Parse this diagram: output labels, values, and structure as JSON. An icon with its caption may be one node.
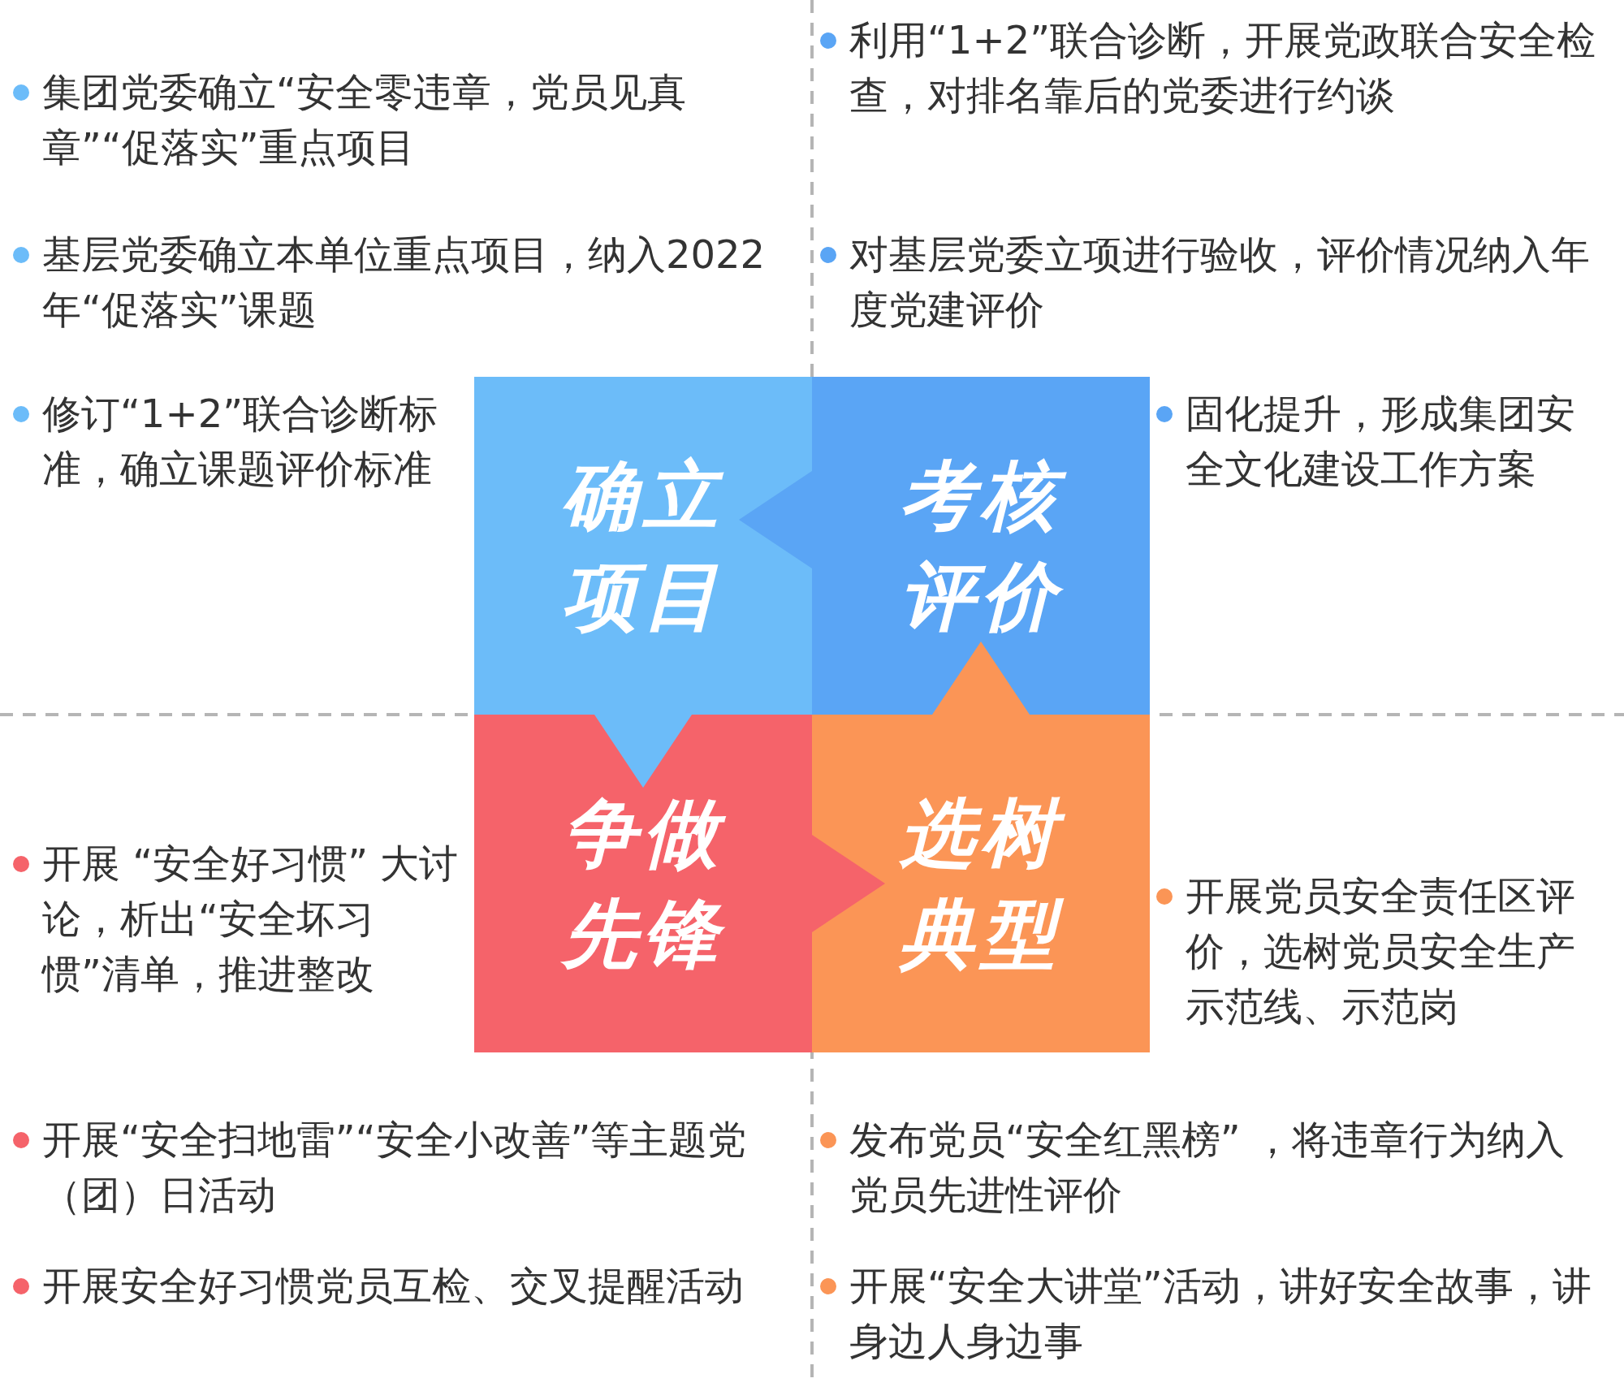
{
  "diagram": {
    "nodes": [
      {
        "text": [
          "确立项目"
        ],
        "beside": [
          "集团党委确立“安全零违章，党员见真章”“促落实”重点项目",
          "基层党委确立本单位重点项目，纳入2022年“促落实”课题",
          "修订“1+2”联合诊断标准，确立课题评价标准"
        ]
      },
      {
        "text": [
          "考核评价"
        ],
        "beside": [
          "利用“1+2”联合诊断，开展党政联合安全检查，对排名靠后的党委进行约谈",
          "对基层党委立项进行验收，评价情况纳入年度党建评价",
          "固化提升，形成集团安全文化建设工作方案"
        ]
      },
      {
        "text": [
          "争做先锋"
        ],
        "beside": [
          "开展 “安全好习惯” 大讨论，析出“安全坏习惯”清单，推进整改",
          "开展“安全扫地雷”“安全小改善”等主题党（团）日活动",
          "开展安全好习惯党员互检、交叉提醒活动"
        ]
      },
      {
        "text": [
          "选树典型"
        ],
        "beside": [
          "开展党员安全责任区评价，选树党员安全生产示范线、示范岗",
          "发布党员“安全红黑榜” ，将违章行为纳入党员先进性评价",
          "开展“安全大讲堂”活动，讲好安全故事，讲身边人身边事"
        ]
      }
    ],
    "edges": [
      {
        "from": 0,
        "to": 2,
        "arrow": "to"
      },
      {
        "from": 2,
        "to": 3,
        "arrow": "to"
      },
      {
        "from": 3,
        "to": 1,
        "arrow": "to"
      },
      {
        "from": 1,
        "to": 0,
        "arrow": "to"
      }
    ]
  }
}
